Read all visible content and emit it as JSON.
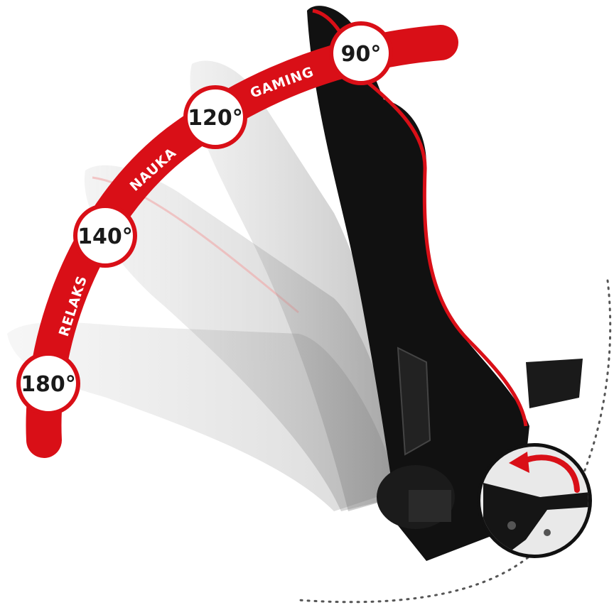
{
  "angle_markers": [
    {
      "label": "90°"
    },
    {
      "label": "120°"
    },
    {
      "label": "140°"
    },
    {
      "label": "180°"
    }
  ],
  "mode_labels": [
    {
      "label": "GAMING"
    },
    {
      "label": "NAUKA"
    },
    {
      "label": "RELAKS"
    }
  ],
  "colors": {
    "accent_red": "#d90f17",
    "chair_black": "#111111",
    "ghost_gray": "#8a8a8a"
  },
  "icons": {
    "rotate_arrow": "curved-arrow-icon",
    "lever": "recline-lever-icon"
  }
}
